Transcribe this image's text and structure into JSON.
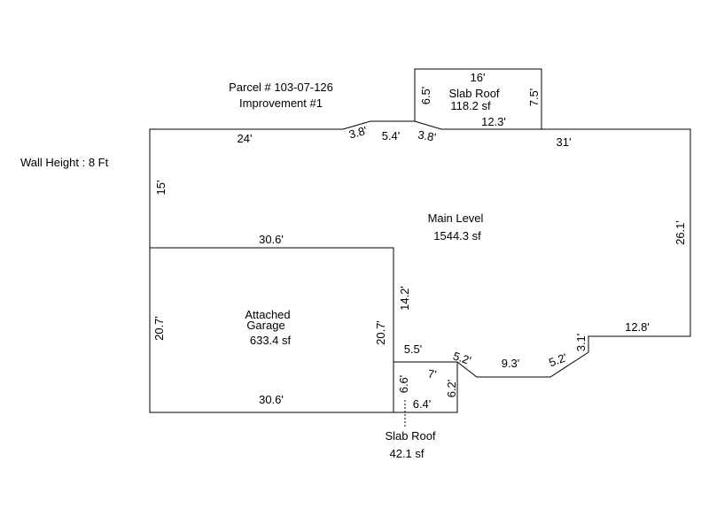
{
  "header": {
    "parcel": "Parcel # 103-07-126",
    "improvement": "Improvement #1"
  },
  "wall_height": "Wall Height : 8 Ft",
  "areas": {
    "main_level": {
      "name": "Main Level",
      "area": "1544.3 sf"
    },
    "garage": {
      "name_line1": "Attached",
      "name_line2": "Garage",
      "area": "633.4 sf"
    },
    "slab_top": {
      "name": "Slab Roof",
      "area": "118.2 sf"
    },
    "slab_bottom": {
      "name": "Slab Roof",
      "area": "42.1 sf"
    }
  },
  "dimensions": {
    "top_left": "24'",
    "step_a": "3.8'",
    "top_mid": "5.4'",
    "step_b": "3.8'",
    "top_right": "31'",
    "slab_top_width": "16'",
    "slab_top_left": "6.5'",
    "slab_top_right": "7.5'",
    "slab_top_bottom": "12.3'",
    "left_upper": "15'",
    "right_side": "26.1'",
    "garage_top": "30.6'",
    "garage_left": "20.7'",
    "garage_right": "20.7'",
    "garage_bottom": "30.6'",
    "inner_vertical": "14.2'",
    "bottom_right": "12.8'",
    "step_right": "3.1'",
    "diag_right": "5.2'",
    "bottom_mid": "9.3'",
    "diag_left": "5.2'",
    "bottom_left_short": "5.5'",
    "slab_bottom_diag": "7'",
    "slab_bottom_left": "6.6'",
    "slab_bottom_right": "6.2'",
    "slab_bottom_width": "6.4'"
  }
}
